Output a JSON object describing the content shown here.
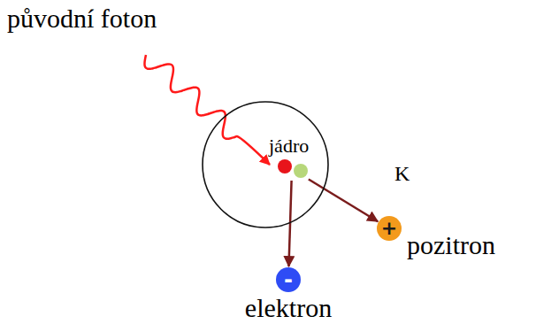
{
  "diagram": {
    "nodes": [
      {
        "text": [
          "K"
        ]
      },
      {
        "text": [
          "jádro"
        ],
        "in": 0
      },
      {
        "text": [
          "+",
          "pozitron"
        ]
      },
      {
        "text": [
          "-",
          "elektron"
        ]
      }
    ],
    "edges": [
      {
        "from": 1,
        "to": 2,
        "arrow": "to"
      },
      {
        "from": 1,
        "to": 3,
        "arrow": "to"
      }
    ],
    "labels": [
      "původní foton"
    ]
  }
}
